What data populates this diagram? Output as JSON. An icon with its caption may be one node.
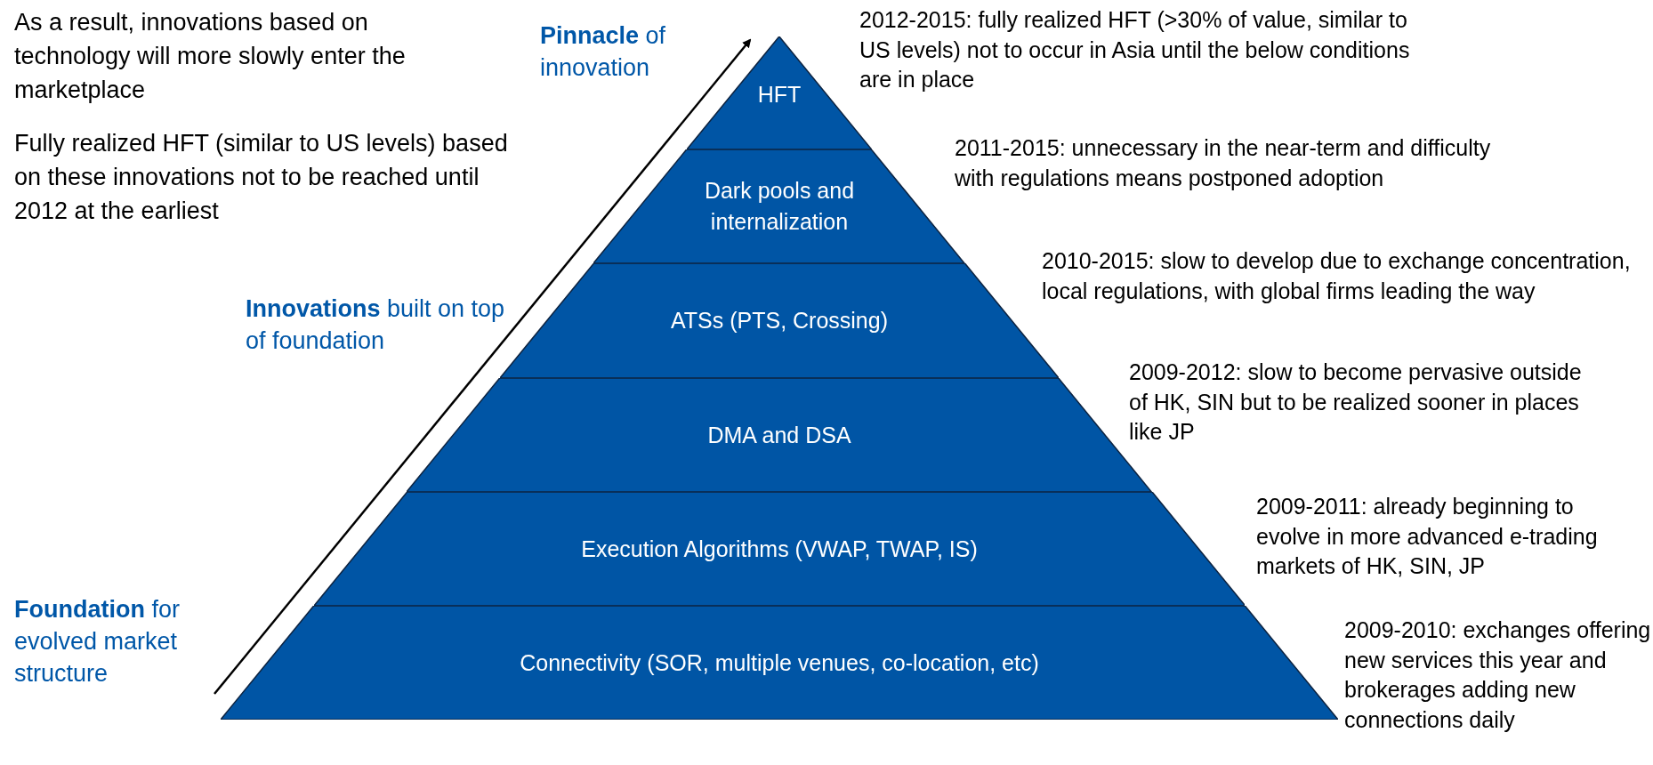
{
  "diagram": {
    "nodes": [
      {
        "text": [
          "HFT"
        ]
      },
      {
        "text": [
          "Dark pools and internalization"
        ]
      },
      {
        "text": [
          "ATSs (PTS, Crossing)"
        ]
      },
      {
        "text": [
          "DMA and DSA"
        ]
      },
      {
        "text": [
          "Execution Algorithms (VWAP, TWAP, IS)"
        ]
      },
      {
        "text": [
          "Connectivity (SOR, multiple venues, co-location, etc)"
        ]
      }
    ],
    "labels": [
      "As a result, innovations based on technology will more slowly enter the marketplace",
      "**Pinnacle** of innovation",
      "2012-2015: fully realized HFT (>30% of value, similar to US levels) not to occur in Asia until the below conditions are in place",
      "Fully realized HFT (similar to US levels) based on these innovations not to be reached until 2012 at the earliest",
      "2011-2015: unnecessary in the near-term and difficulty with regulations means postponed adoption",
      "2010-2015: slow to develop due to exchange concentration, local regulations, with global firms leading the way",
      "**Innovations** built on top of foundation",
      "2009-2012: slow to become pervasive outside of HK, SIN but to be realized sooner in places like JP",
      "2009-2011: already beginning to evolve in more advanced e-trading markets of HK, SIN, JP",
      "**Foundation** for evolved market structure",
      "2009-2010: exchanges offering new services this year and brokerages adding new connections daily"
    ]
  }
}
